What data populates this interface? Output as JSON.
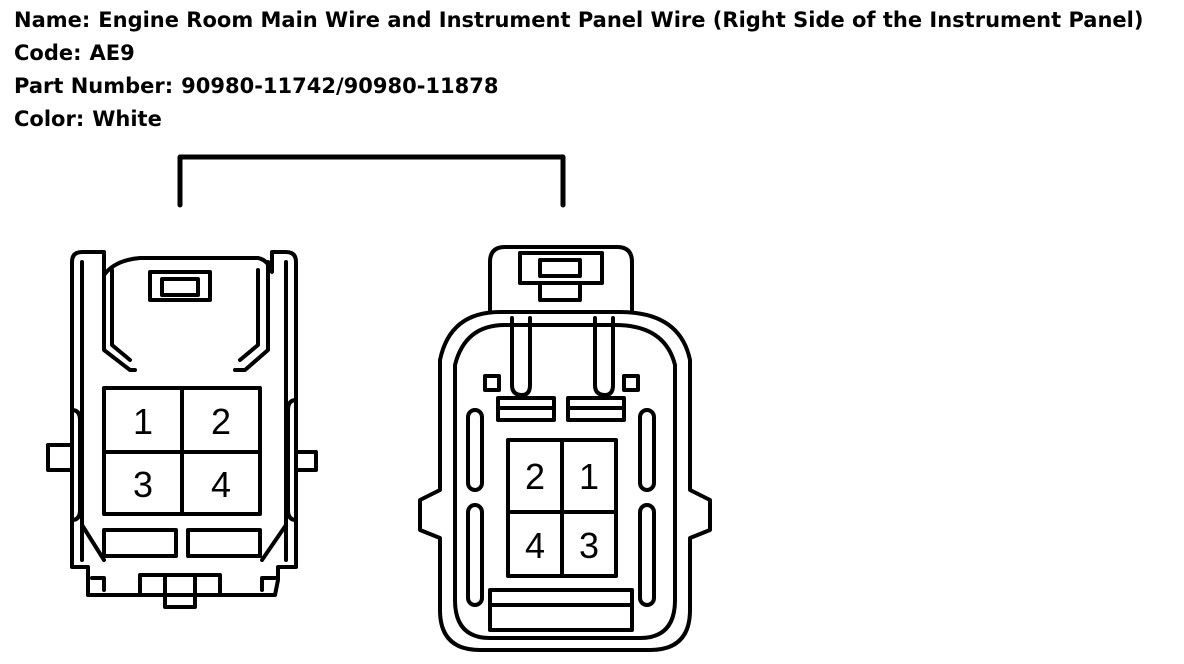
{
  "header": {
    "name_label": "Name:",
    "name_value": "Engine Room Main Wire and Instrument Panel Wire (Right Side of the Instrument Panel)",
    "code_label": "Code:",
    "code_value": "AE9",
    "part_label": "Part Number:",
    "part_value": "90980-11742/90980-11878",
    "color_label": "Color:",
    "color_value": "White"
  },
  "connectors": {
    "left": {
      "pins": [
        "1",
        "2",
        "3",
        "4"
      ]
    },
    "right": {
      "pins": [
        "2",
        "1",
        "4",
        "3"
      ]
    }
  }
}
